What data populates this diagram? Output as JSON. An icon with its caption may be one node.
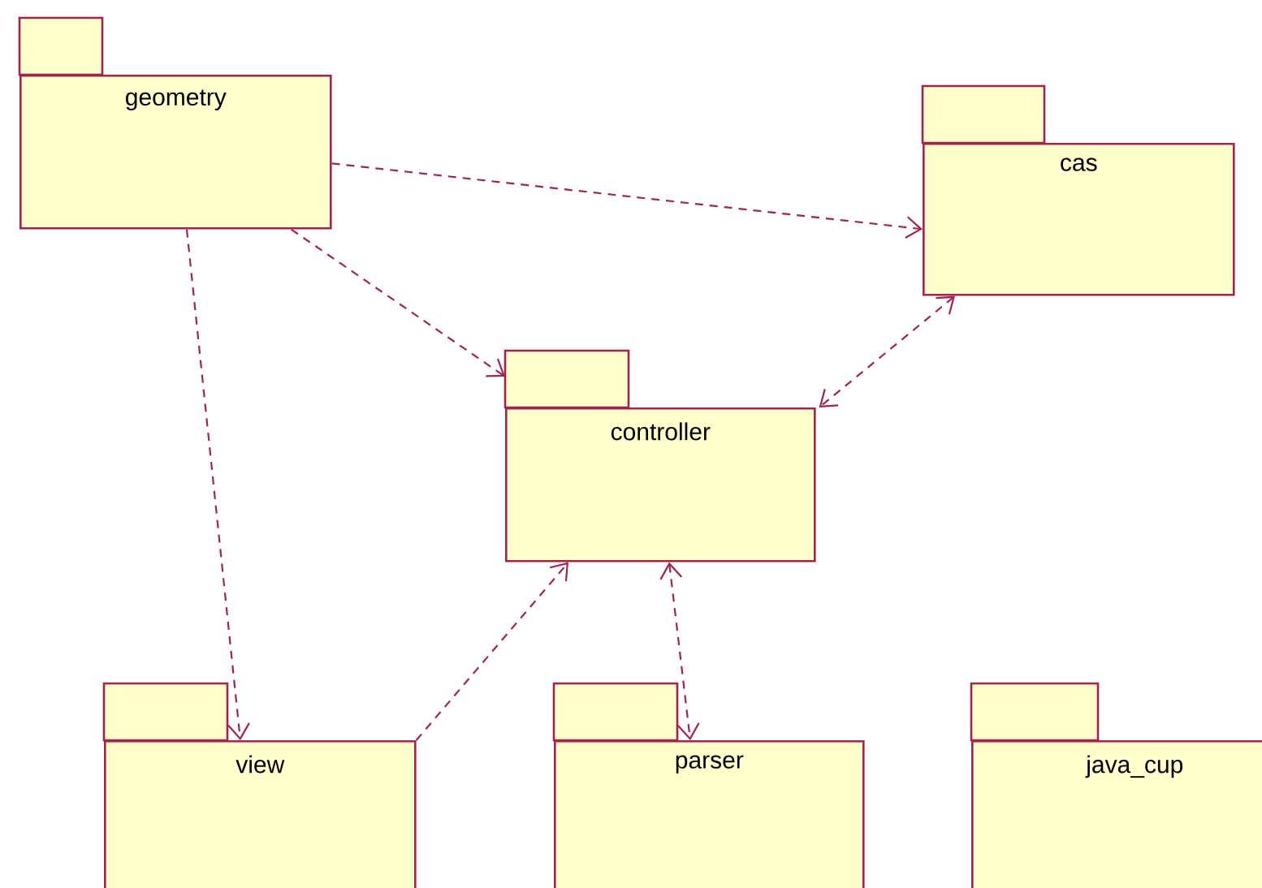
{
  "diagram": {
    "nodes": [
      {
        "text": [
          "geometry"
        ]
      },
      {
        "text": [
          "cas"
        ]
      },
      {
        "text": [
          "controller"
        ]
      },
      {
        "text": [
          "view"
        ]
      },
      {
        "text": [
          "parser"
        ]
      },
      {
        "text": [
          "java_cup"
        ]
      }
    ],
    "edges": [
      {
        "from": 0,
        "to": 1,
        "arrow": "to",
        "style": "dashed"
      },
      {
        "from": 0,
        "to": 2,
        "arrow": "to",
        "style": "dashed"
      },
      {
        "from": 0,
        "to": 3,
        "arrow": "to",
        "style": "dashed"
      },
      {
        "from": 1,
        "to": 2,
        "arrow": "both",
        "style": "dashed"
      },
      {
        "from": 3,
        "to": 2,
        "arrow": "to",
        "style": "dashed"
      },
      {
        "from": 2,
        "to": 4,
        "arrow": "both",
        "style": "dashed"
      }
    ]
  }
}
